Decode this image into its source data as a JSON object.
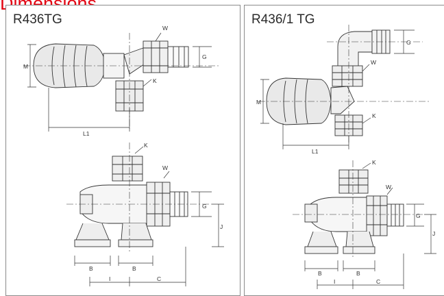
{
  "heading": "Dimensions",
  "panels": [
    {
      "title": "R436TG",
      "top_labels": {
        "w": "W",
        "g": "G",
        "m": "M",
        "k": "K",
        "l1": "L1"
      },
      "bottom_labels": {
        "k": "K",
        "w": "W",
        "g": "G",
        "j": "J",
        "b1": "B",
        "b2": "B",
        "i": "I",
        "c": "C"
      }
    },
    {
      "title": "R436/1 TG",
      "top_labels": {
        "w": "W",
        "g": "G",
        "m": "M",
        "k": "K",
        "l1": "L1"
      },
      "bottom_labels": {
        "k": "K",
        "w": "W",
        "g": "G",
        "j": "J",
        "b1": "B",
        "b2": "B",
        "i": "I",
        "c": "C"
      }
    }
  ],
  "colors": {
    "heading": "#e30613",
    "border": "#8a8a8a",
    "drawing": "#333333"
  }
}
